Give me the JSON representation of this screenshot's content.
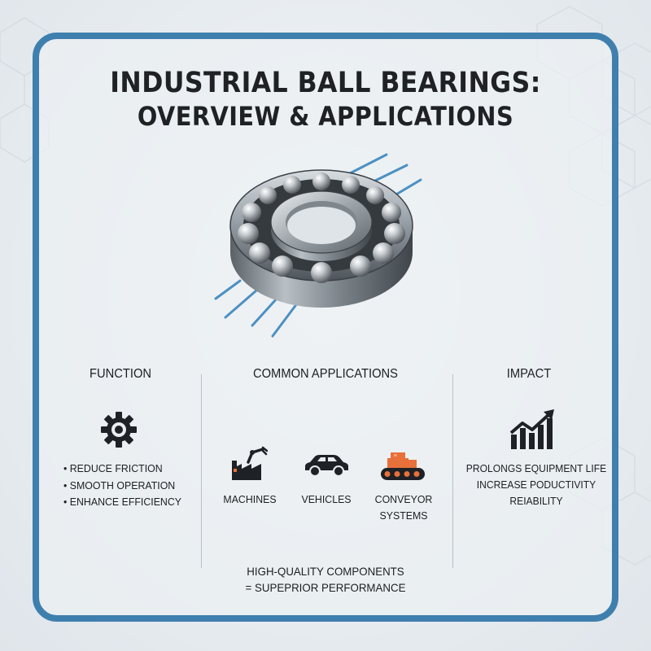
{
  "title": {
    "line1": "INDUSTRIAL BALL BEARINGS:",
    "line2": "OVERVIEW & APPLICATIONS"
  },
  "colors": {
    "frame": "#3f7fae",
    "accent_orange": "#e8703a",
    "motion_lines": "#3b86bd",
    "text": "#1d1f22"
  },
  "function": {
    "heading": "FUNCTION",
    "icon": "gear-icon",
    "bullets": [
      "REDUCE FRICTION",
      "SMOOTH OPERATION",
      "ENHANCE EFFICIENCY"
    ]
  },
  "applications": {
    "heading": "COMMON APPLICATIONS",
    "items": [
      {
        "label": "MACHINES",
        "icon": "factory-robot-arm-icon"
      },
      {
        "label": "VEHICLES",
        "icon": "car-icon"
      },
      {
        "label_line1": "CONVEYOR",
        "label_line2": "SYSTEMS",
        "icon": "conveyor-icon"
      }
    ]
  },
  "impact": {
    "heading": "IMPACT",
    "icon": "growth-chart-icon",
    "lines": [
      "PROLONGS EQUIPMENT LIFE",
      "INCREASE PODUCTIVITY",
      "REIABILITY"
    ]
  },
  "footer": {
    "line1": "HIGH-QUALITY COMPONENTS",
    "line2": "= SUPEPRIOR PERFORMANCE"
  }
}
